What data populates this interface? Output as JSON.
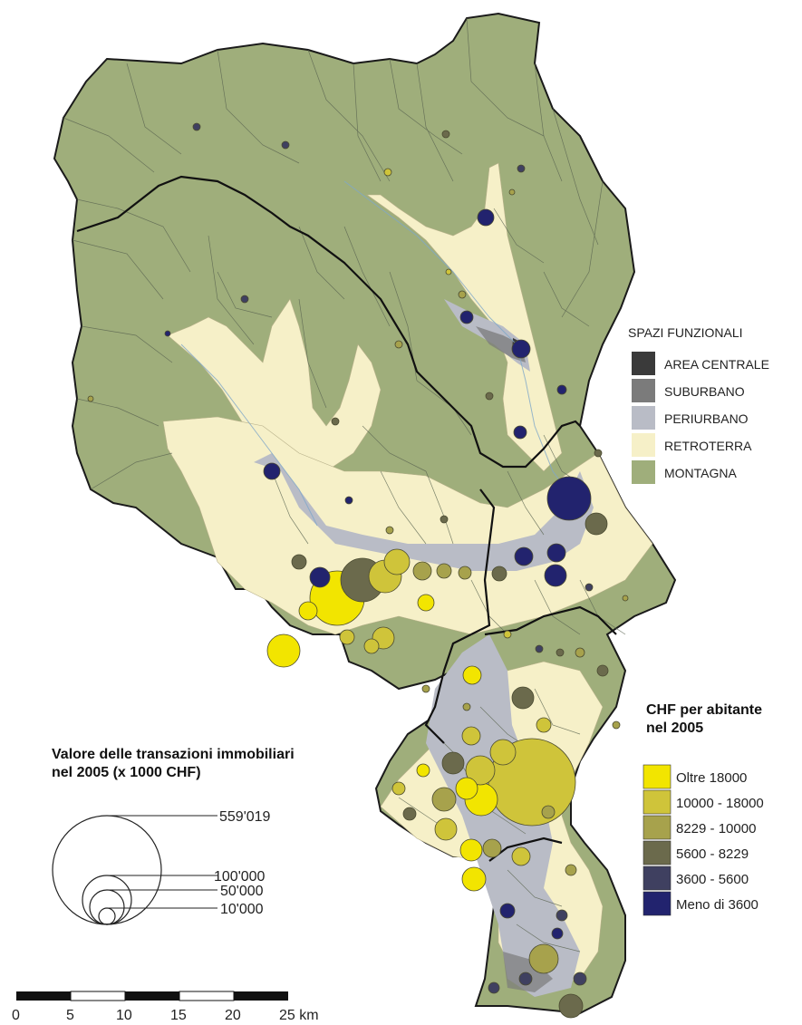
{
  "legend_spazi": {
    "title": "SPAZI FUNZIONALI",
    "items": [
      {
        "label": "AREA CENTRALE",
        "color": "#3a3a3a"
      },
      {
        "label": "SUBURBANO",
        "color": "#7b7b7b"
      },
      {
        "label": "PERIURBANO",
        "color": "#b9bcc6"
      },
      {
        "label": "RETROTERRA",
        "color": "#f6f0c8"
      },
      {
        "label": "MONTAGNA",
        "color": "#9fae7b"
      }
    ]
  },
  "legend_chf": {
    "title_line1": "CHF per abitante",
    "title_line2": "nel 2005",
    "items": [
      {
        "label": "Oltre 18000",
        "color": "#f2e500"
      },
      {
        "label": "10000 - 18000",
        "color": "#cfc43a"
      },
      {
        "label": "8229 - 10000",
        "color": "#a7a24c"
      },
      {
        "label": "5600 - 8229",
        "color": "#6b6a4c"
      },
      {
        "label": "3600 - 5600",
        "color": "#3f4060"
      },
      {
        "label": "Meno di 3600",
        "color": "#22236e"
      }
    ]
  },
  "legend_size": {
    "title_line1": "Valore delle transazioni immobiliari",
    "title_line2": "nel 2005 (x 1000 CHF)",
    "values": [
      "559'019",
      "100'000",
      "50'000",
      "10'000"
    ]
  },
  "scale_bar": {
    "ticks": [
      "0",
      "5",
      "10",
      "15",
      "20",
      "25 km"
    ]
  },
  "colors": {
    "region_border": "#111111",
    "municipal_border": "#5a6450",
    "bubble_stroke": "#4a4a30"
  }
}
